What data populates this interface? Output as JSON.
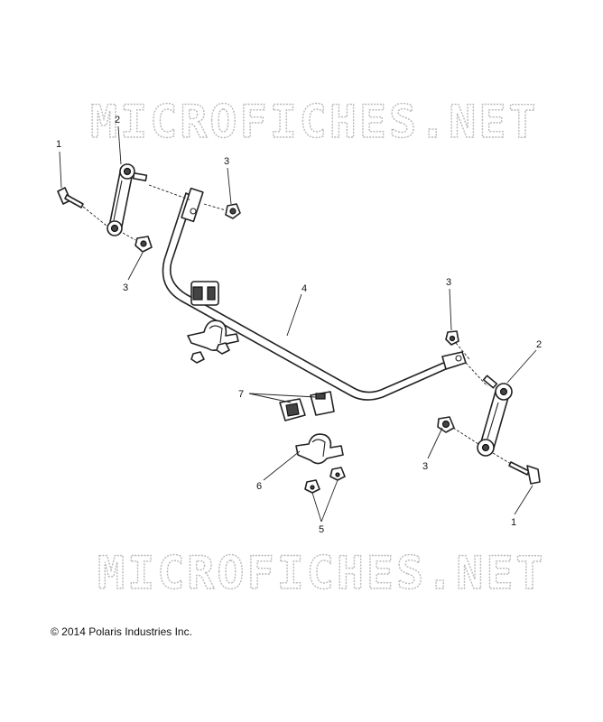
{
  "watermark": "MICROFICHES.NET",
  "copyright": "© 2014 Polaris Industries Inc.",
  "callouts": {
    "c1_left": "1",
    "c2_left": "2",
    "c3_top_left": "3",
    "c3_bottom_left": "3",
    "c4": "4",
    "c3_top_right": "3",
    "c2_right": "2",
    "c3_bottom_right": "3",
    "c1_right": "1",
    "c7": "7",
    "c6": "6",
    "c5": "5"
  }
}
